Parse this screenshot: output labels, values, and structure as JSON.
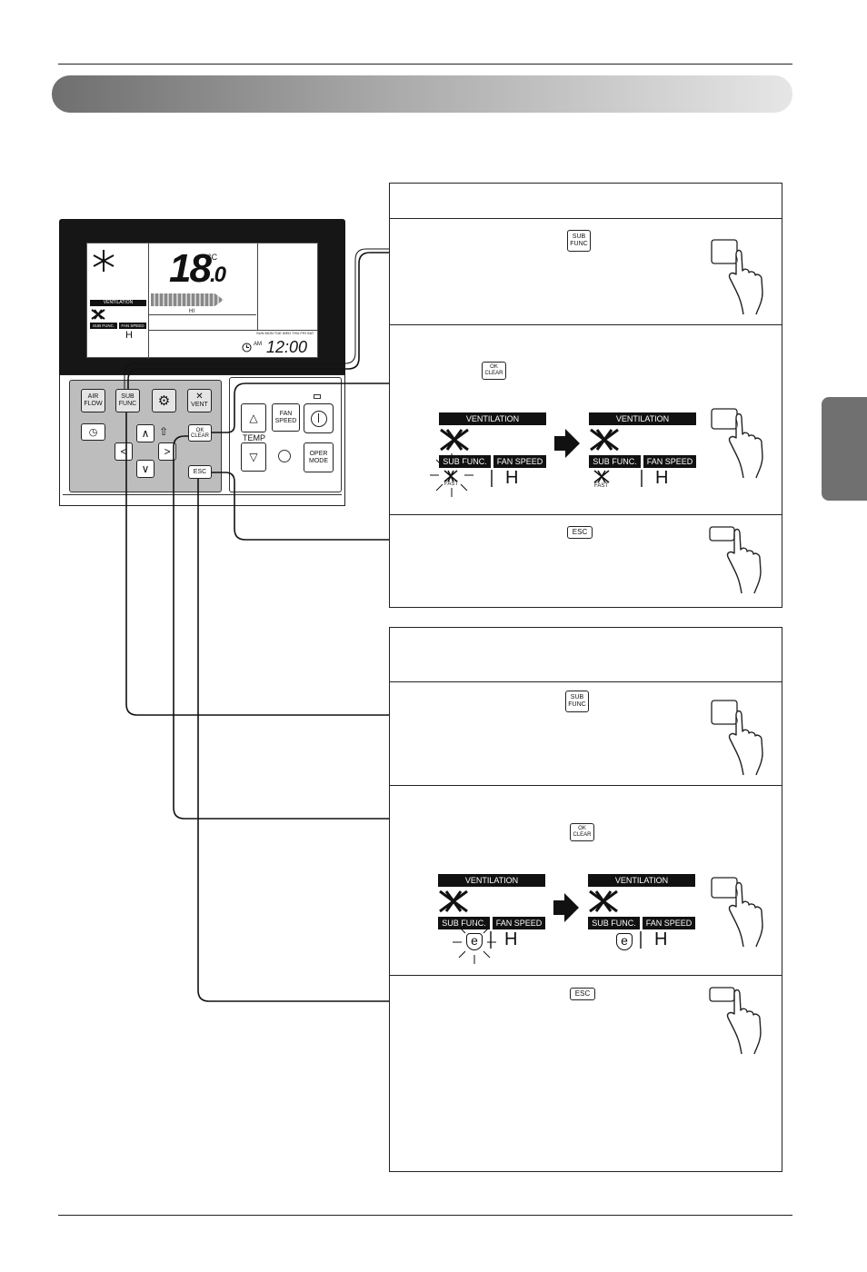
{
  "remote": {
    "lcd": {
      "temperature": "18",
      "temperature_decimal": ".0",
      "unit": "°C",
      "ventilation_label": "VENTILATION",
      "sub_func_label": "SUB FUNC.",
      "fan_speed_label": "FAN SPEED",
      "fan_value": "H",
      "bar_label": "HI",
      "clock_ampm": "AM",
      "clock_time": "12:00",
      "weekdays": [
        "SUN",
        "MON",
        "TUE",
        "WED",
        "THU",
        "FRI",
        "SAT"
      ]
    },
    "buttons": {
      "air_flow": [
        "AIR",
        "FLOW"
      ],
      "sub_func": [
        "SUB",
        "FUNC"
      ],
      "vent": "VENT",
      "ok_clear": [
        "OK",
        "CLEAR"
      ],
      "esc": "ESC",
      "fan_speed": [
        "FAN",
        "SPEED"
      ],
      "temp": "TEMP",
      "oper_mode": [
        "OPER",
        "MODE"
      ]
    }
  },
  "panel1": {
    "step1_key": [
      "SUB",
      "FUNC"
    ],
    "step2_key": [
      "OK",
      "CLEAR"
    ],
    "step3_key": "ESC",
    "display": {
      "ventilation": "VENTILATION",
      "sub_func": "SUB FUNC.",
      "fan_speed": "FAN SPEED",
      "fan_value": "H",
      "icon_label": "FAST"
    }
  },
  "panel2": {
    "step1_key": [
      "SUB",
      "FUNC"
    ],
    "step2_key": [
      "OK",
      "CLEAR"
    ],
    "step3_key": "ESC",
    "display": {
      "ventilation": "VENTILATION",
      "sub_func": "SUB FUNC.",
      "fan_speed": "FAN SPEED",
      "fan_value": "H",
      "icon_label": "e"
    }
  }
}
